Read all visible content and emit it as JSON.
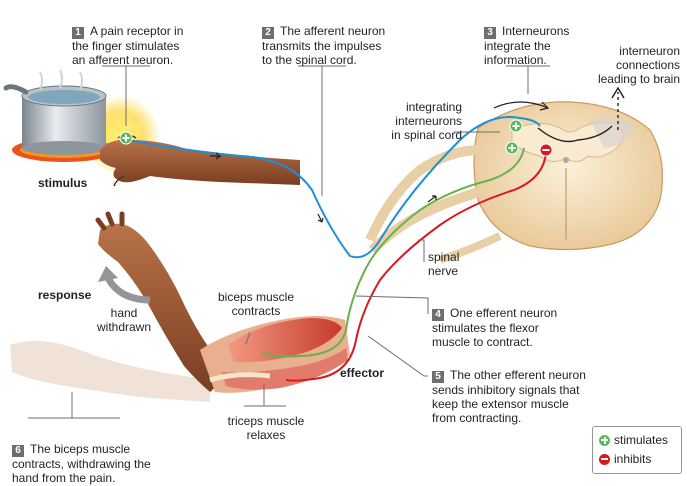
{
  "steps": {
    "s1": {
      "num": "1",
      "text": "A pain receptor in\nthe finger stimulates\nan afferent neuron."
    },
    "s2": {
      "num": "2",
      "text": "The afferent neuron\ntransmits the impulses\nto the spinal cord."
    },
    "s3": {
      "num": "3",
      "text": "Interneurons\nintegrate the\ninformation."
    },
    "s4": {
      "num": "4",
      "text": "One efferent neuron\nstimulates the flexor\nmuscle to contract."
    },
    "s5": {
      "num": "5",
      "text": "The other efferent neuron\nsends inhibitory signals that\nkeep the extensor muscle\nfrom contracting."
    },
    "s6": {
      "num": "6",
      "text": "The biceps muscle\ncontracts, withdrawing the\nhand from the pain."
    }
  },
  "labels": {
    "interneuron_connections": "interneuron\nconnections\nleading to brain",
    "integrating_interneurons": "integrating\ninterneurons\nin spinal cord",
    "stimulus": "stimulus",
    "response": "response",
    "hand_withdrawn": "hand\nwithdrawn",
    "biceps": "biceps muscle\ncontracts",
    "spinal_nerve": "spinal\nnerve",
    "effector": "effector",
    "triceps": "triceps muscle\nrelaxes"
  },
  "legend": {
    "stimulates": "stimulates",
    "inhibits": "inhibits"
  },
  "colors": {
    "afferent": "#1e90d6",
    "efferent_stimulating": "#6ab04c",
    "efferent_inhibiting": "#d71920",
    "interneuron": "#231f20",
    "skin": "#8b4a2b",
    "muscle": "#d94a3a",
    "spinal_cord": "#f3dcb4"
  }
}
